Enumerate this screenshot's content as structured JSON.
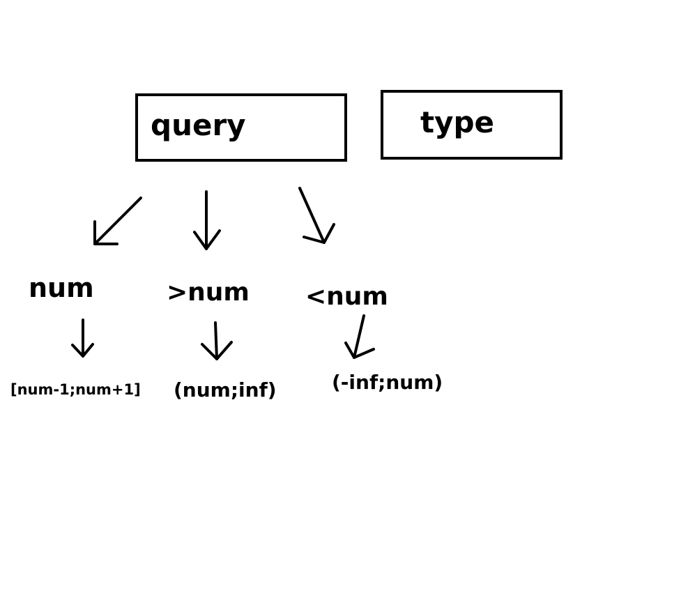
{
  "diagram": {
    "root": "query",
    "sibling": "type",
    "branches": [
      {
        "condition": "num",
        "interval": "[num-1;num+1]"
      },
      {
        "condition": ">num",
        "interval": "(num;inf)"
      },
      {
        "condition": "<num",
        "interval": "(-inf;num)"
      }
    ]
  },
  "colors": {
    "stroke": "#000000",
    "background": "#ffffff"
  }
}
